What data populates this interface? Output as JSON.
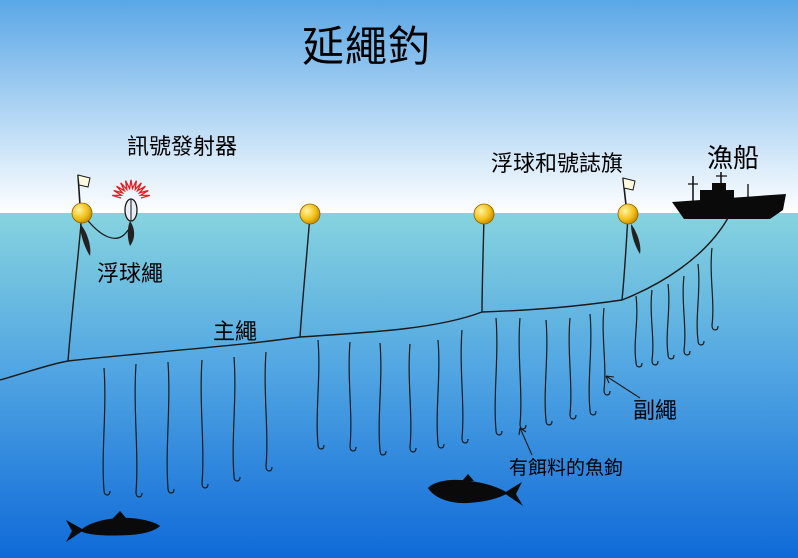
{
  "title": "延繩釣",
  "labels": {
    "transmitter": "訊號發射器",
    "float_rope": "浮球繩",
    "float_flag": "浮球和號誌旗",
    "boat": "漁船",
    "main_line": "主繩",
    "branch_line": "副繩",
    "baited_hook": "有餌料的魚鉤"
  },
  "colors": {
    "sky_top": "#5aa7e6",
    "sky_bottom": "#ffffff",
    "water_top": "#86d3df",
    "water_bottom": "#0f6ad8",
    "float": "#f4c21a",
    "signal": "#e02020",
    "line": "#1a1a1a"
  },
  "icons": [
    "flag-icon",
    "buoy-icon",
    "radio-transmitter-icon",
    "fishing-boat-icon",
    "fish-icon",
    "fish-hook-icon"
  ]
}
